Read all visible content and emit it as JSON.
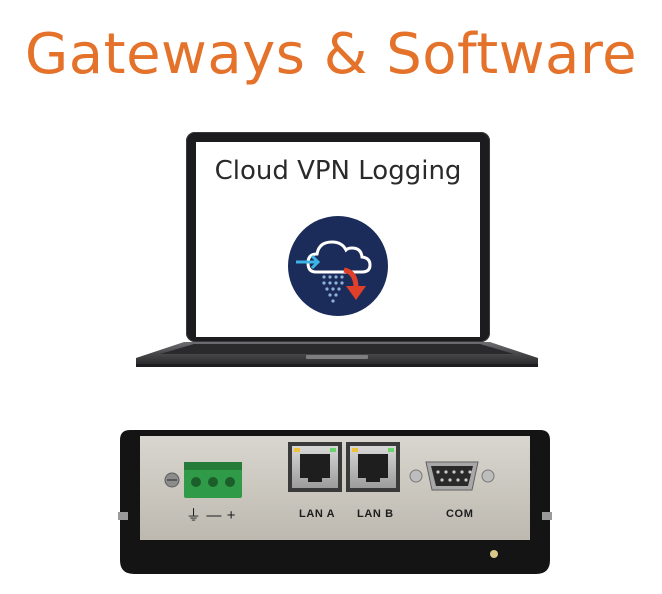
{
  "heading": "Gateways & Software",
  "colors": {
    "heading": "#e4722a",
    "cloud_badge_bg": "#1b2c5a",
    "arrow_blue": "#3cb4e6",
    "arrow_red": "#e0402a"
  },
  "laptop": {
    "screen_title": "Cloud VPN Logging",
    "icon": "cloud-vpn-logging-icon"
  },
  "gateway": {
    "ports": {
      "power": "⏚ — +",
      "lan_a": "LAN A",
      "lan_b": "LAN B",
      "com": "COM"
    }
  }
}
